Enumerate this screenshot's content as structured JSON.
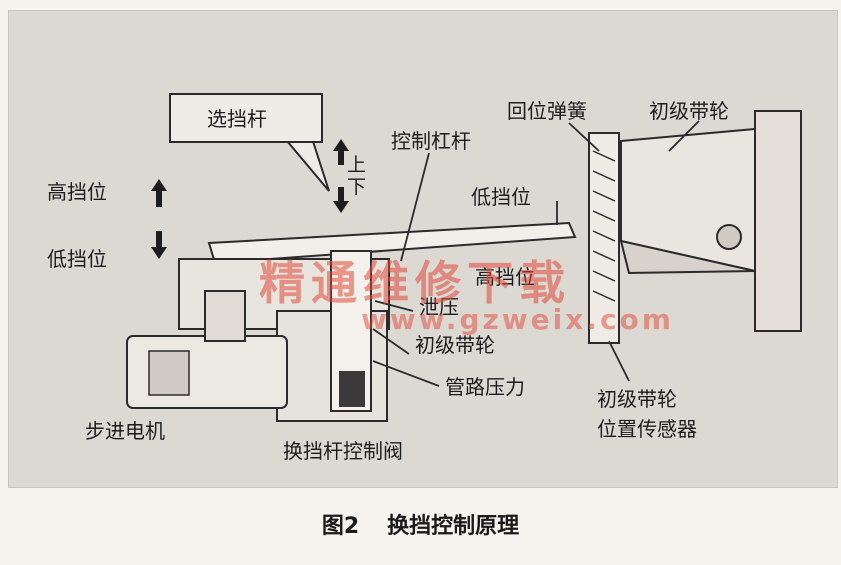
{
  "diagram": {
    "labels": {
      "gear_lever": "选挡杆",
      "control_lever": "控制杠杆",
      "return_spring": "回位弹簧",
      "primary_pulley_top": "初级带轮",
      "high_gear_left": "高挡位",
      "low_gear_left": "低挡位",
      "up": "上",
      "down": "下",
      "low_gear_right": "低挡位",
      "high_gear_right": "高挡位",
      "pressure_release": "泄压",
      "primary_pulley_mid": "初级带轮",
      "line_pressure": "管路压力",
      "stepper_motor": "步进电机",
      "shift_valve": "换挡杆控制阀",
      "pulley_sensor_line1": "初级带轮",
      "pulley_sensor_line2": "位置传感器"
    },
    "watermark": {
      "text": "精通维修下载",
      "url": "www.gzweix.com"
    }
  },
  "caption": {
    "figure_number": "图2",
    "title": "换挡控制原理"
  }
}
